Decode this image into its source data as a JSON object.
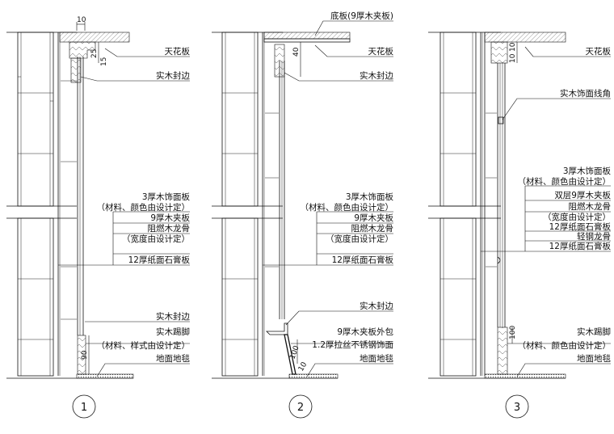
{
  "details": [
    {
      "number": "1",
      "dims": {
        "top_gap": "10",
        "trim_a": "25",
        "trim_b": "15",
        "skirting": "90"
      },
      "labels": {
        "ceiling": "天花板",
        "edge_trim": "实木封边",
        "veneer_1": "3厚木饰面板",
        "veneer_2": "（材料、颜色由设计定）",
        "plywood": "9厚木夹板",
        "keel_1": "阻燃木龙骨",
        "keel_2": "（宽度由设计定）",
        "gypsum": "12厚纸面石膏板",
        "bottom_trim": "实木封边",
        "skirting_1": "实木踢脚",
        "skirting_2": "（材料、样式由设计定）",
        "floor": "地面地毯"
      }
    },
    {
      "number": "2",
      "dims": {
        "trim_top": "40",
        "skirt_h": "100",
        "skirt_w": "10"
      },
      "labels": {
        "base_board": "底板(9厚木夹板)",
        "ceiling": "天花板",
        "edge_trim": "实木封边",
        "veneer_1": "3厚木饰面板",
        "veneer_2": "（材料、颜色由设计定）",
        "plywood": "9厚木夹板",
        "keel_1": "阻燃木龙骨",
        "keel_2": "（宽度由设计定）",
        "gypsum": "12厚纸面石膏板",
        "bottom_trim": "实木封边",
        "wrap_1": "9厚木夹板外包",
        "wrap_2": "1.2厚拉丝不锈钢饰面",
        "floor": "地面地毯"
      }
    },
    {
      "number": "3",
      "dims": {
        "top_a": "10",
        "top_b": "10",
        "skirting": "100"
      },
      "labels": {
        "ceiling": "天花板",
        "corner_line": "实木饰面线角",
        "veneer_1": "3厚木饰面板",
        "veneer_2": "（材料、颜色由设计定）",
        "plywood": "双层9厚木夹板",
        "keel_1": "阻燃木龙骨",
        "keel_2": "（宽度由设计定）",
        "gypsum_1": "12厚纸面石膏板",
        "steel_keel": "轻钢龙骨",
        "gypsum_2": "12厚纸面石膏板",
        "skirting_1": "实木踢脚",
        "skirting_2": "（材料、颜色由设计定）",
        "floor": "地面地毯"
      }
    }
  ]
}
